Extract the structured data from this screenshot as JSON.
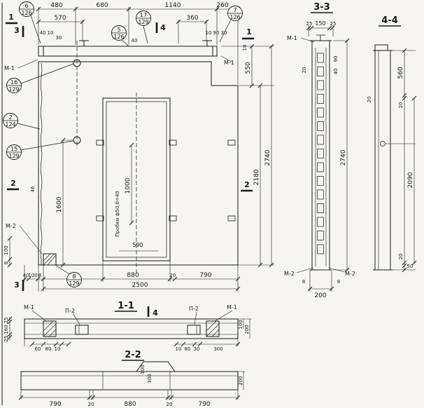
{
  "main": {
    "callouts": {
      "c6": {
        "num": "6",
        "sheet": "126"
      },
      "c17": {
        "num": "17",
        "sheet": "129"
      },
      "c7": {
        "num": "7",
        "sheet": "126"
      },
      "c5": {
        "num": "5",
        "sheet": "126"
      },
      "c16": {
        "num": "16",
        "sheet": "129"
      },
      "c2": {
        "num": "2",
        "sheet": "124"
      },
      "c15": {
        "num": "15",
        "sheet": "129"
      },
      "c8": {
        "num": "8",
        "sheet": "129"
      }
    },
    "marks": {
      "m1_left": "М-1",
      "m1_right": "М-1",
      "m2": "М-2"
    },
    "cuts": {
      "s1": "1",
      "s2": "2",
      "s3": "3",
      "s4": "4"
    },
    "top_dims": {
      "d480": "480",
      "d680": "680",
      "d1140": "1140",
      "d260": "260",
      "d570": "570",
      "d360": "360"
    },
    "small_dims": {
      "a40": "40",
      "a10": "10",
      "a30": "30",
      "b40": "40",
      "c10": "10",
      "c90": "90",
      "c30": "30",
      "r10": "10"
    },
    "right_dims": {
      "d550": "550",
      "d2180": "2180",
      "d2740": "2740"
    },
    "inner_dims": {
      "d1600": "1600",
      "d1000": "1000",
      "d46": "46",
      "v100": "100",
      "v8": "8"
    },
    "bottom_dims": {
      "d40": "40",
      "d100": "100",
      "d8": "8",
      "d880": "880",
      "d20": "20",
      "d790": "790",
      "d2500": "2500"
    },
    "opening": {
      "note": "Пробки ф50,б=40",
      "d590": "590"
    }
  },
  "sec33": {
    "title": "3-3",
    "marks": {
      "m1": "М-1",
      "m2_left": "М-2",
      "m2_right": "М-2"
    },
    "dims": {
      "d25l": "25",
      "d150": "150",
      "d25r": "25",
      "d20": "20",
      "d90": "90",
      "d40": "40",
      "d2740": "2740",
      "d8l": "8",
      "d8r": "8",
      "d200": "200"
    }
  },
  "sec44": {
    "title": "4-4",
    "dims": {
      "d560": "560",
      "d20top": "20",
      "d20l": "20",
      "d2090": "2090",
      "d20b": "20",
      "d50": "50"
    }
  },
  "sec11": {
    "title": "1-1",
    "cut4": "4",
    "marks": {
      "m1l": "М-1",
      "p2l": "П-2",
      "p2r": "П-2",
      "m1r": "М-1"
    },
    "dims": {
      "d25a": "25",
      "d160": "160",
      "d25b": "25",
      "d100": "100",
      "d200": "200",
      "d60": "60",
      "d80l": "80",
      "d10l": "10",
      "d10r": "10",
      "d80r": "80",
      "d30": "30",
      "d300": "300"
    }
  },
  "sec22": {
    "title": "2-2",
    "dims": {
      "d790l": "790",
      "d20l": "20",
      "d880": "880",
      "d20r": "20",
      "d790r": "790",
      "d100": "100",
      "d300": "300",
      "d200": "200"
    }
  }
}
